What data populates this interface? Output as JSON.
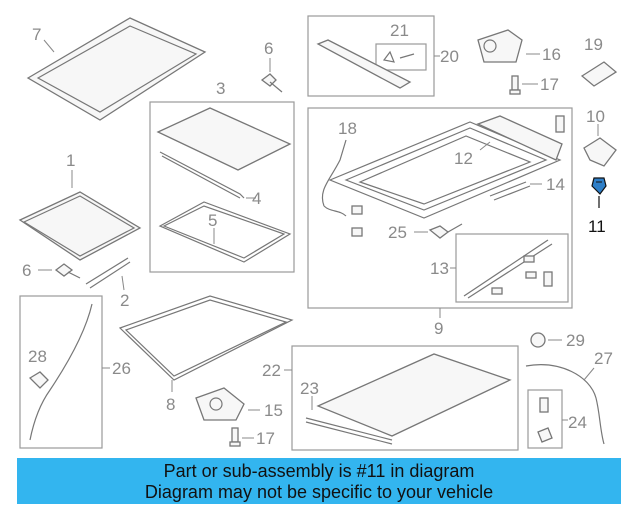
{
  "diagram": {
    "callouts": [
      {
        "id": "c7",
        "label": "7"
      },
      {
        "id": "c6a",
        "label": "6"
      },
      {
        "id": "c3",
        "label": "3"
      },
      {
        "id": "c4",
        "label": "4"
      },
      {
        "id": "c5",
        "label": "5"
      },
      {
        "id": "c1",
        "label": "1"
      },
      {
        "id": "c6b",
        "label": "6"
      },
      {
        "id": "c2",
        "label": "2"
      },
      {
        "id": "c21",
        "label": "21"
      },
      {
        "id": "c20",
        "label": "20"
      },
      {
        "id": "c16",
        "label": "16"
      },
      {
        "id": "c17a",
        "label": "17"
      },
      {
        "id": "c19",
        "label": "19"
      },
      {
        "id": "c10",
        "label": "10"
      },
      {
        "id": "c18",
        "label": "18"
      },
      {
        "id": "c12",
        "label": "12"
      },
      {
        "id": "c14",
        "label": "14"
      },
      {
        "id": "c11",
        "label": "11",
        "highlight": true
      },
      {
        "id": "c25",
        "label": "25"
      },
      {
        "id": "c13",
        "label": "13"
      },
      {
        "id": "c9",
        "label": "9"
      },
      {
        "id": "c28",
        "label": "28"
      },
      {
        "id": "c26",
        "label": "26"
      },
      {
        "id": "c8",
        "label": "8"
      },
      {
        "id": "c22",
        "label": "22"
      },
      {
        "id": "c23",
        "label": "23"
      },
      {
        "id": "c15",
        "label": "15"
      },
      {
        "id": "c17b",
        "label": "17"
      },
      {
        "id": "c29",
        "label": "29"
      },
      {
        "id": "c27",
        "label": "27"
      },
      {
        "id": "c24",
        "label": "24"
      }
    ],
    "highlight_color": "#1a6fb0"
  },
  "banner": {
    "line1": "Part or sub-assembly is #11 in diagram",
    "line2": "Diagram may not be specific to your vehicle",
    "background": "#33b5ef"
  }
}
